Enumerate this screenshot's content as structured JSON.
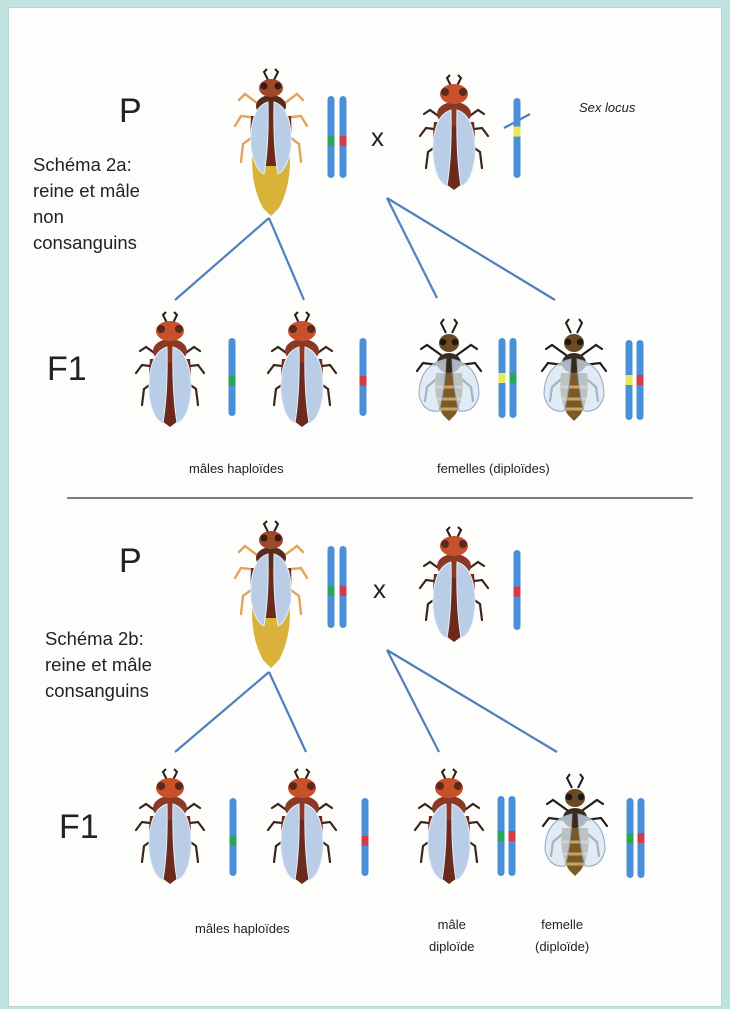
{
  "panel_a": {
    "generation_p": "P",
    "generation_f1": "F1",
    "schema_lines": [
      "Schéma 2a:",
      "reine et mâle",
      "non",
      "consanguins"
    ],
    "cross_symbol": "x",
    "sex_locus_label": "Sex locus",
    "males_label": "mâles haploïdes",
    "females_label": "femelles (diploïdes)"
  },
  "panel_b": {
    "generation_p": "P",
    "generation_f1": "F1",
    "schema_lines": [
      "Schéma 2b:",
      "reine et mâle",
      "consanguins"
    ],
    "cross_symbol": "x",
    "males_label": "mâles haploïdes",
    "diploid_male_label": [
      "mâle",
      "diploïde"
    ],
    "female_label": [
      "femelle",
      "(diploïde)"
    ]
  },
  "colors": {
    "background": "#bfe3e0",
    "page": "#fdfdfb",
    "lines": "#4e7fbf",
    "chromosome": "#4a90d9",
    "allele_green": "#2aa55a",
    "allele_red": "#d63a4a",
    "allele_yellow": "#e9e85a",
    "queen_abdomen": "#d9b23a",
    "drone_body": "#6b2a1c",
    "drone_head": "#c8502a",
    "worker_body": "#7a5a2a",
    "wing": "#b9cde6"
  },
  "icons": [
    "queen-bee-icon",
    "drone-bee-icon",
    "worker-bee-icon",
    "chromosome-icon"
  ]
}
